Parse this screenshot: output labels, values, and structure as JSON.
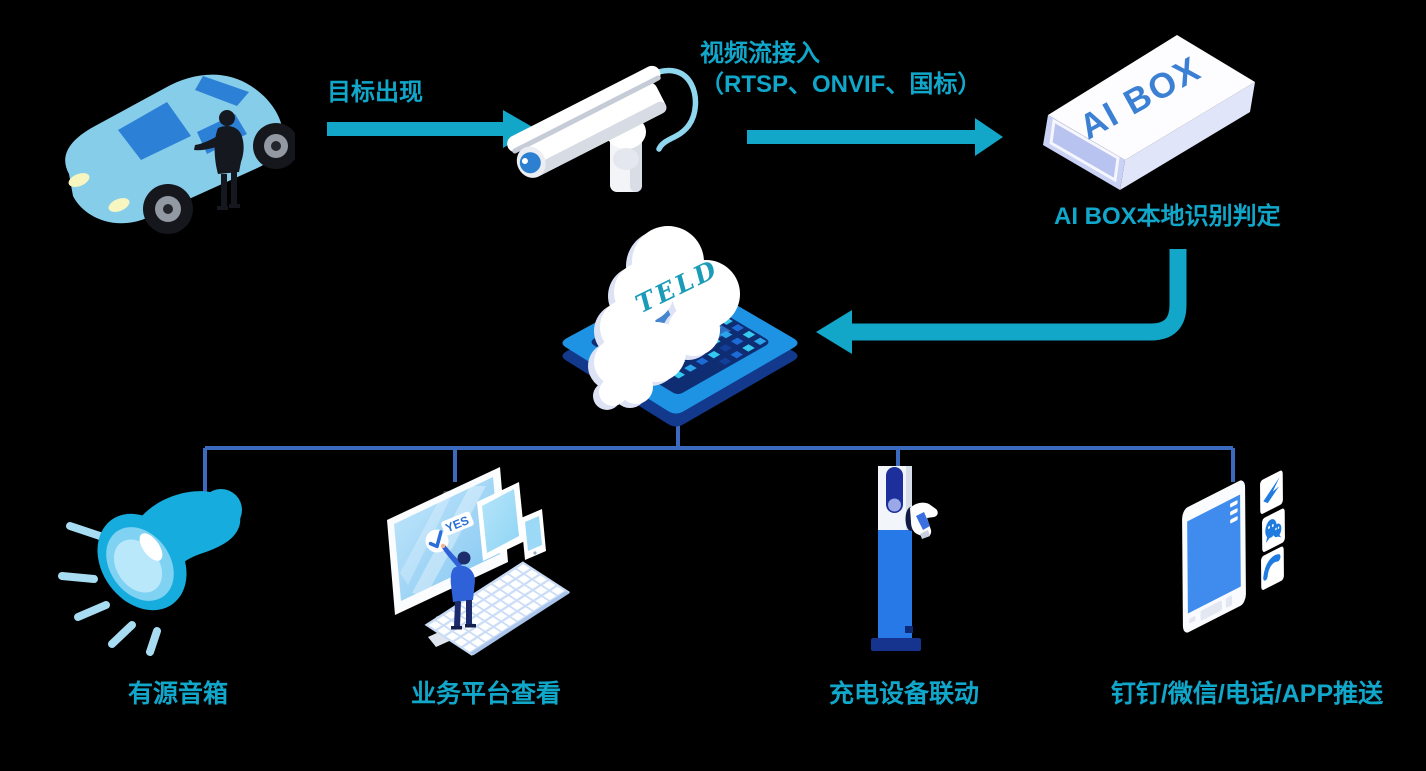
{
  "theme": {
    "background": "#000000",
    "teal_text": "#10a7ca",
    "arrow_teal": "#12a6c8",
    "connector_blue": "#3c6abf",
    "device_label_blue": "#3c80d4",
    "brand_teal": "#1a9cb8"
  },
  "flow": {
    "car_to_camera_label": "目标出现",
    "camera_to_aibox_label_line1": "视频流接入",
    "camera_to_aibox_label_line2": "（RTSP、ONVIF、国标）",
    "aibox_device_text": "AI BOX",
    "aibox_caption": "AI BOX本地识别判定",
    "cloud_brand": "TELD",
    "monitor_badge": "YES"
  },
  "outputs": [
    {
      "label": "有源音箱"
    },
    {
      "label": "业务平台查看"
    },
    {
      "label": "充电设备联动"
    },
    {
      "label": "钉钉/微信/电话/APP推送"
    }
  ]
}
